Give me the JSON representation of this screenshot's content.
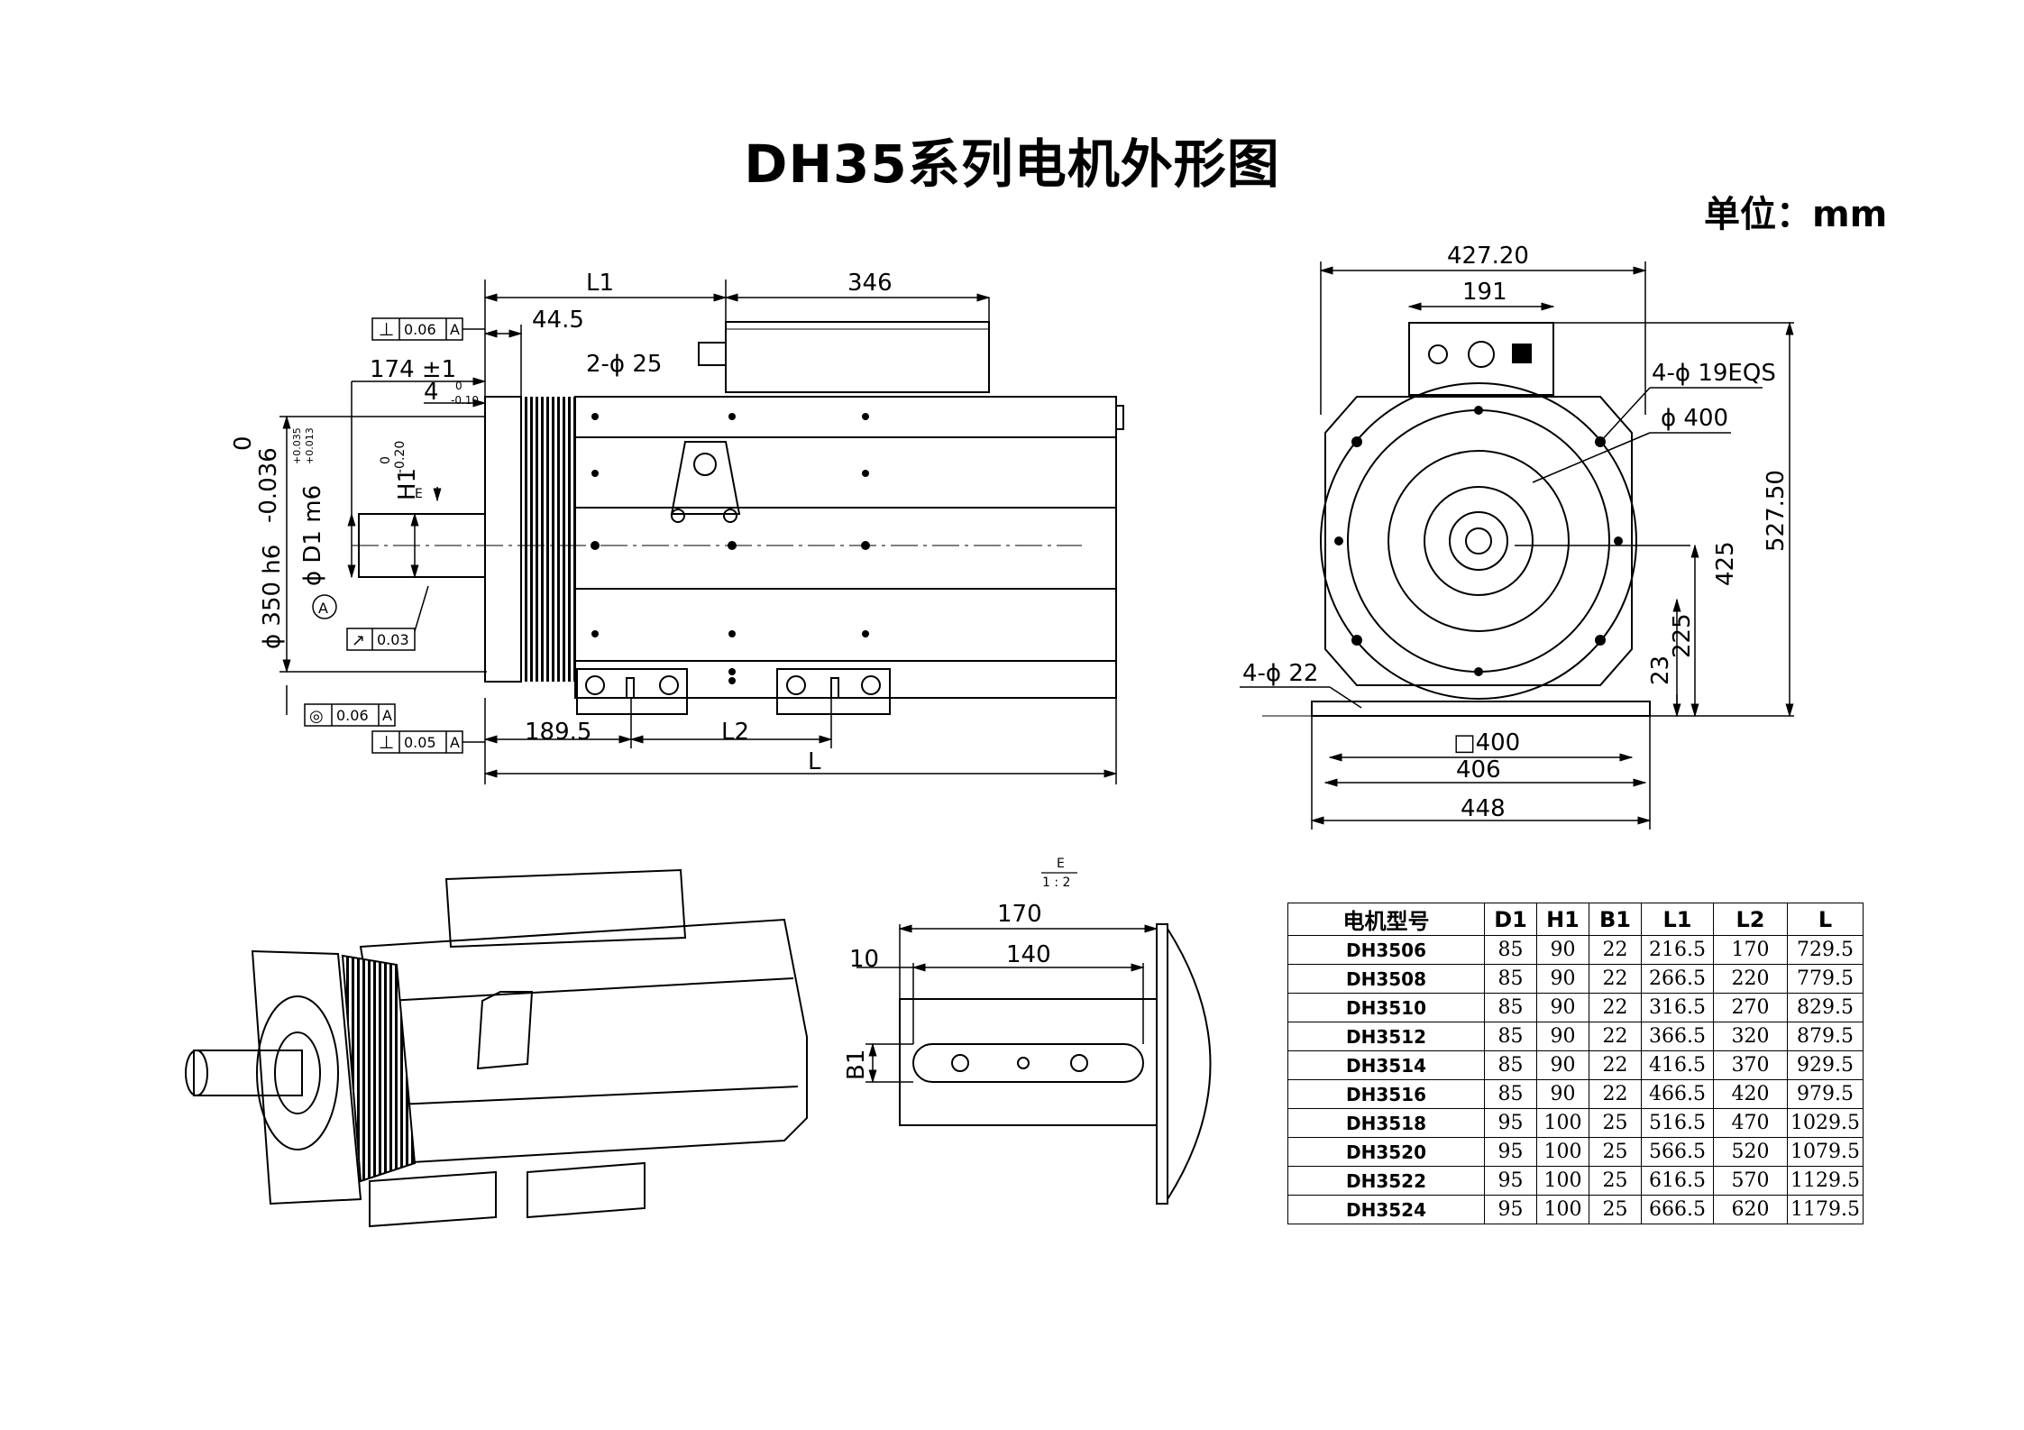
{
  "title": "DH35系列电机外形图",
  "unit": "单位：mm",
  "side_view": {
    "dims": {
      "l1": "L1",
      "d346": "346",
      "d44_5": "44.5",
      "d174": "174 ±1",
      "d4": "4",
      "d4_tol_upper": "0",
      "d4_tol_lower": "-0.10",
      "hole": "2-ϕ 25",
      "h1": "H1",
      "h1_tol_upper": "0",
      "h1_tol_lower": "-0.20",
      "d1": "ϕ D1 m6",
      "d1_tol_upper": "+0.035",
      "d1_tol_lower": "+0.013",
      "d350": "ϕ 350 h6",
      "d350_tol_upper": "0",
      "d350_tol_lower": "-0.036",
      "d189_5": "189.5",
      "l2": "L2",
      "l": "L",
      "view_arrow": "E",
      "datum": "A"
    },
    "tolerance_frames": [
      {
        "symbol": "⊥",
        "value": "0.06",
        "datum": "A"
      },
      {
        "symbol": "↗",
        "value": "0.03",
        "datum": ""
      },
      {
        "symbol": "◎",
        "value": "0.06",
        "datum": "A"
      },
      {
        "symbol": "⊥",
        "value": "0.05",
        "datum": "A"
      }
    ]
  },
  "front_view": {
    "dims": {
      "d427_20": "427.20",
      "d191": "191",
      "holes_19": "4-ϕ 19EQS",
      "d400": "ϕ 400",
      "d527_50": "527.50",
      "d425": "425",
      "d225": "225",
      "d23": "23",
      "holes_22": "4-ϕ 22",
      "sq400": "□400",
      "d406": "406",
      "d448": "448"
    }
  },
  "detail_view": {
    "label_top": "E",
    "label_bottom": "1 : 2",
    "dims": {
      "d170": "170",
      "d10": "10",
      "d140": "140",
      "b1": "B1"
    }
  },
  "table": {
    "headers": [
      "电机型号",
      "D1",
      "H1",
      "B1",
      "L1",
      "L2",
      "L"
    ],
    "rows": [
      [
        "DH3506",
        "85",
        "90",
        "22",
        "216.5",
        "170",
        "729.5"
      ],
      [
        "DH3508",
        "85",
        "90",
        "22",
        "266.5",
        "220",
        "779.5"
      ],
      [
        "DH3510",
        "85",
        "90",
        "22",
        "316.5",
        "270",
        "829.5"
      ],
      [
        "DH3512",
        "85",
        "90",
        "22",
        "366.5",
        "320",
        "879.5"
      ],
      [
        "DH3514",
        "85",
        "90",
        "22",
        "416.5",
        "370",
        "929.5"
      ],
      [
        "DH3516",
        "85",
        "90",
        "22",
        "466.5",
        "420",
        "979.5"
      ],
      [
        "DH3518",
        "95",
        "100",
        "25",
        "516.5",
        "470",
        "1029.5"
      ],
      [
        "DH3520",
        "95",
        "100",
        "25",
        "566.5",
        "520",
        "1079.5"
      ],
      [
        "DH3522",
        "95",
        "100",
        "25",
        "616.5",
        "570",
        "1129.5"
      ],
      [
        "DH3524",
        "95",
        "100",
        "25",
        "666.5",
        "620",
        "1179.5"
      ]
    ]
  }
}
